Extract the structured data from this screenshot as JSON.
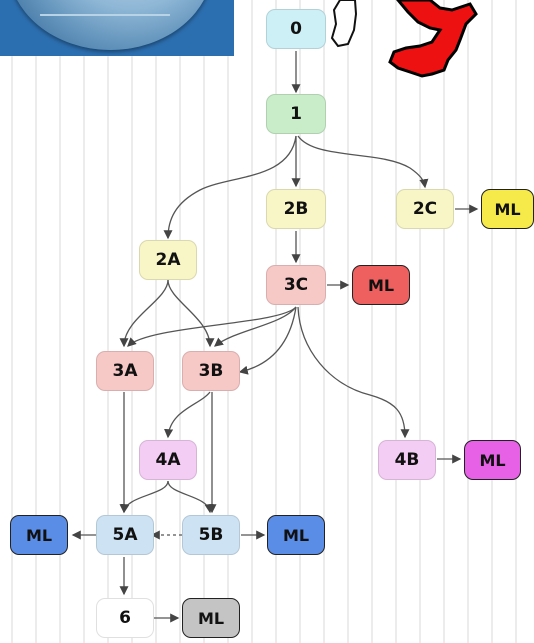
{
  "nodes": {
    "n0": {
      "label": "0",
      "color": "#ccf0f6"
    },
    "n1": {
      "label": "1",
      "color": "#c9edc9"
    },
    "n2a": {
      "label": "2A",
      "color": "#f8f6c6"
    },
    "n2b": {
      "label": "2B",
      "color": "#f8f6c6"
    },
    "n2c": {
      "label": "2C",
      "color": "#f8f6c6"
    },
    "ml2c": {
      "label": "ML",
      "color": "#f6e94a"
    },
    "n3a": {
      "label": "3A",
      "color": "#f6c8c6"
    },
    "n3b": {
      "label": "3B",
      "color": "#f6c8c6"
    },
    "n3c": {
      "label": "3C",
      "color": "#f6c8c6"
    },
    "ml3c": {
      "label": "ML",
      "color": "#ee5f5f"
    },
    "n4a": {
      "label": "4A",
      "color": "#f4cdf4"
    },
    "n4b": {
      "label": "4B",
      "color": "#f4cdf4"
    },
    "ml4b": {
      "label": "ML",
      "color": "#e661e6"
    },
    "n5a": {
      "label": "5A",
      "color": "#cde3f4"
    },
    "n5b": {
      "label": "5B",
      "color": "#cde3f4"
    },
    "ml5a": {
      "label": "ML",
      "color": "#5a8de6"
    },
    "ml5b": {
      "label": "ML",
      "color": "#5a8de6"
    },
    "n6": {
      "label": "6",
      "color": "#ffffff"
    },
    "ml6": {
      "label": "ML",
      "color": "#c4c4c4"
    }
  },
  "map_overlay": {
    "color": "#ee1111"
  }
}
